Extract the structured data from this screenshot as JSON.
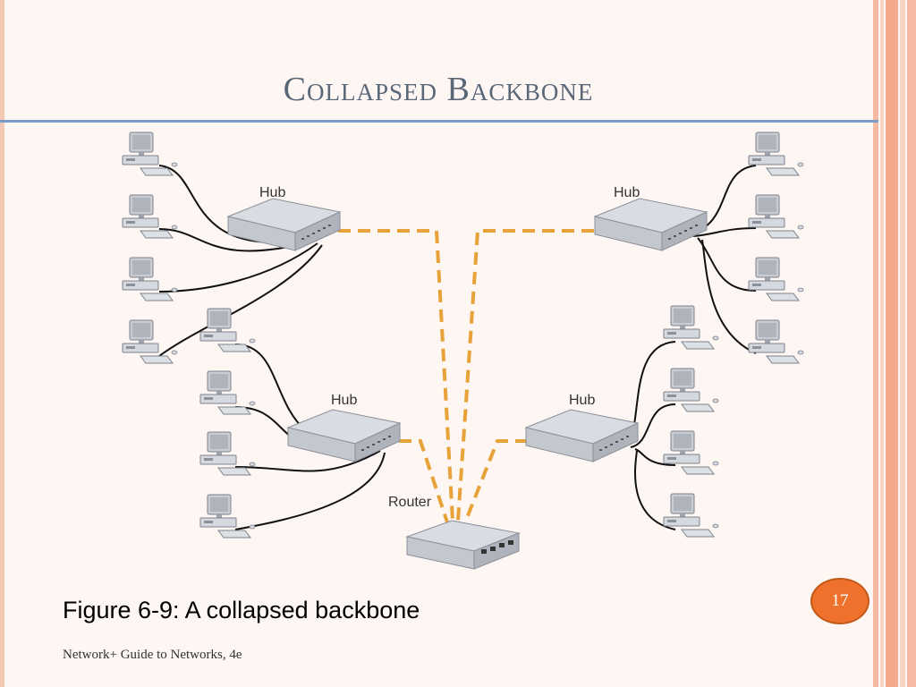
{
  "slide": {
    "title": "Collapsed Backbone",
    "caption": "Figure 6-9: A collapsed backbone",
    "footer": "Network+ Guide to Networks, 4e",
    "page_number": "17"
  },
  "diagram": {
    "labels": {
      "hub": "Hub",
      "router": "Router"
    },
    "nodes": [
      {
        "type": "hub",
        "position": "top-left",
        "workstations": 4
      },
      {
        "type": "hub",
        "position": "top-right",
        "workstations": 4
      },
      {
        "type": "hub",
        "position": "bottom-left",
        "workstations": 4
      },
      {
        "type": "hub",
        "position": "bottom-right",
        "workstations": 4
      },
      {
        "type": "router",
        "position": "bottom-center"
      }
    ],
    "colors": {
      "backbone_link": "#e8a23a",
      "cable": "#111111",
      "device": "#c9ccd3",
      "accent": "#f0712c",
      "rule": "#7a9bc9"
    }
  }
}
